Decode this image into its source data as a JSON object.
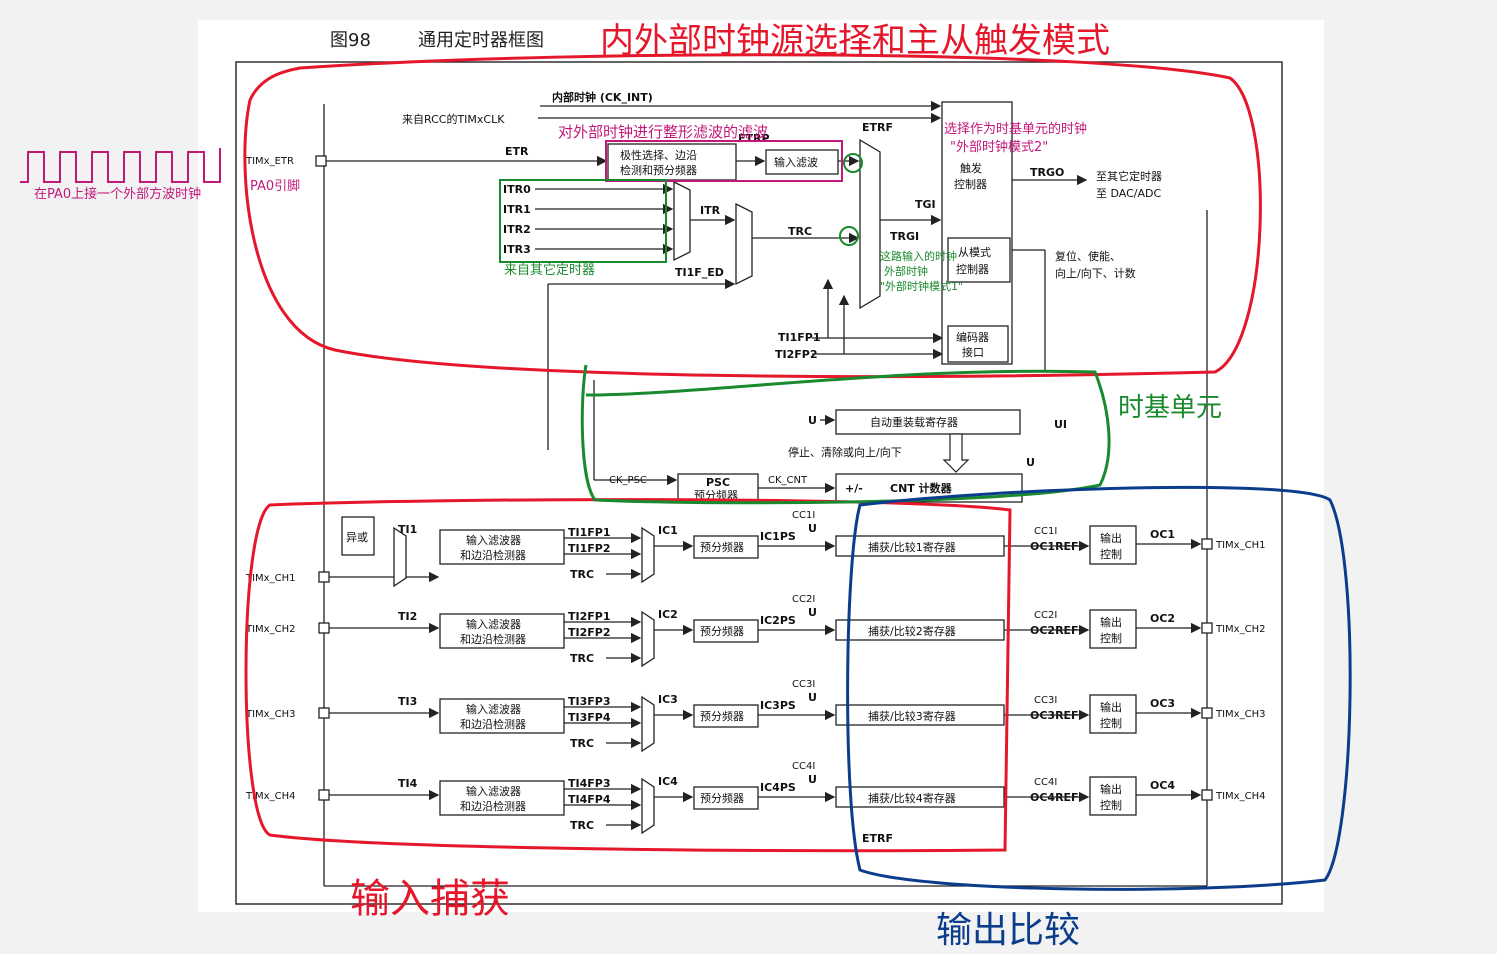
{
  "figure": {
    "number": "图98",
    "title": "通用定时器框图"
  },
  "clock_section": {
    "internal_clock": "内部时钟 (CK_INT)",
    "rcc_clock": "来自RCC的TIMxCLK",
    "etr_pin": "TIMx_ETR",
    "etr": "ETR",
    "etrp": "ETRP",
    "etrf": "ETRF",
    "polarity_block": [
      "极性选择、边沿",
      "检测和预分频器"
    ],
    "input_filter": "输入滤波",
    "itr_inputs": [
      "ITR0",
      "ITR1",
      "ITR2",
      "ITR3"
    ],
    "itr": "ITR",
    "trc": "TRC",
    "ti1f_ed": "TI1F_ED",
    "tgi": "TGI",
    "trgi": "TRGI",
    "ti1fp1": "TI1FP1",
    "ti2fp2": "TI2FP2",
    "trigger_controller": [
      "触发",
      "控制器"
    ],
    "trgo": "TRGO",
    "trgo_targets": [
      "至其它定时器",
      "至 DAC/ADC"
    ],
    "slave_mode": [
      "从模式",
      "控制器"
    ],
    "slave_actions": [
      "复位、使能、",
      "向上/向下、计数"
    ],
    "encoder": [
      "编码器",
      "接口"
    ]
  },
  "timebase": {
    "u_label": "U",
    "ui_label": "UI",
    "auto_reload": "自动重装载寄存器",
    "stop_clear": "停止、清除或向上/向下",
    "ck_psc": "CK_PSC",
    "psc": [
      "PSC",
      "预分频器"
    ],
    "ck_cnt": "CK_CNT",
    "cnt_sign": "+/-",
    "cnt": "CNT 计数器"
  },
  "channels": {
    "xor": "异或",
    "filter": [
      "输入滤波器",
      "和边沿检测器"
    ],
    "prescaler": "预分频器",
    "trc": "TRC",
    "output_ctrl": [
      "输出",
      "控制"
    ],
    "etrf": "ETRF",
    "list": [
      {
        "pin": "TIMx_CH1",
        "ti": "TI1",
        "fp_a": "TI1FP1",
        "fp_b": "TI1FP2",
        "ic": "IC1",
        "icps": "IC1PS",
        "cci": "CC1I",
        "reg": "捕获/比较1寄存器",
        "ref": "OC1REF",
        "oc": "OC1",
        "out": "TIMx_CH1"
      },
      {
        "pin": "TIMx_CH2",
        "ti": "TI2",
        "fp_a": "TI2FP1",
        "fp_b": "TI2FP2",
        "ic": "IC2",
        "icps": "IC2PS",
        "cci": "CC2I",
        "reg": "捕获/比较2寄存器",
        "ref": "OC2REF",
        "oc": "OC2",
        "out": "TIMx_CH2"
      },
      {
        "pin": "TIMx_CH3",
        "ti": "TI3",
        "fp_a": "TI3FP3",
        "fp_b": "TI3FP4",
        "ic": "IC3",
        "icps": "IC3PS",
        "cci": "CC3I",
        "reg": "捕获/比较3寄存器",
        "ref": "OC3REF",
        "oc": "OC3",
        "out": "TIMx_CH3"
      },
      {
        "pin": "TIMx_CH4",
        "ti": "TI4",
        "fp_a": "TI4FP3",
        "fp_b": "TI4FP4",
        "ic": "IC4",
        "icps": "IC4PS",
        "cci": "CC4I",
        "reg": "捕获/比较4寄存器",
        "ref": "OC4REF",
        "oc": "OC4",
        "out": "TIMx_CH4"
      }
    ]
  },
  "annotations": {
    "top_title": "内外部时钟源选择和主从触发模式",
    "filter_note": "对外部时钟进行整形滤波的滤波",
    "select_note": [
      "选择作为时基单元的时钟",
      "\"外部时钟模式2\""
    ],
    "pin_note": "在PA0上接一个外部方波时钟",
    "pin_name": "PA0引脚",
    "itr_note": "来自其它定时器",
    "trgi_note": [
      "这路输入的时钟",
      "外部时钟",
      "\"外部时钟模式1\""
    ],
    "timebase_label": "时基单元",
    "input_capture": "输入捕获",
    "output_compare": "输出比较",
    "colors": {
      "red": "#e5172b",
      "green": "#1a8a2e",
      "blue": "#0c3d8c",
      "pink": "#c2187a"
    }
  }
}
